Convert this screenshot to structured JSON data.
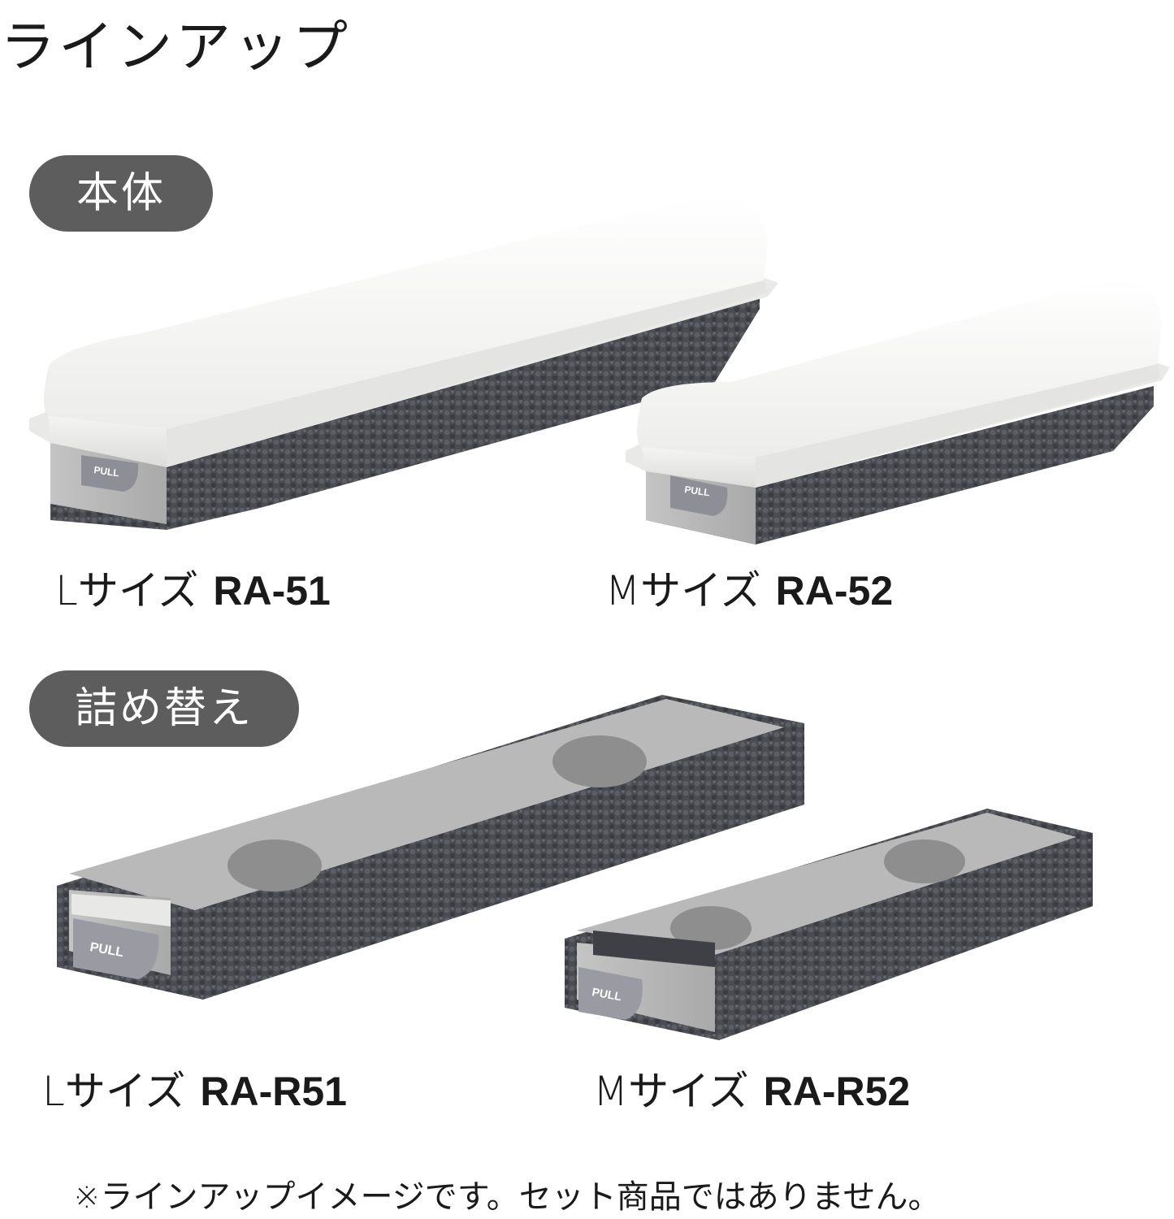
{
  "page_title": "ラインアップ",
  "sections": {
    "main_body": {
      "label": "本体",
      "items": [
        {
          "size": "Lサイズ",
          "code": "RA-51"
        },
        {
          "size": "Mサイズ",
          "code": "RA-52"
        }
      ]
    },
    "refill": {
      "label": "詰め替え",
      "items": [
        {
          "size": "Lサイズ",
          "code": "RA-R51"
        },
        {
          "size": "Mサイズ",
          "code": "RA-R52"
        }
      ]
    }
  },
  "tab_text": "PULL",
  "note": "※ラインアップイメージです。セット商品ではありません。",
  "colors": {
    "pill": "#5d5d5d",
    "eraser_cap": "#f3f3f1",
    "felt": "#4a4c52",
    "foam": "#b8b8b8"
  }
}
